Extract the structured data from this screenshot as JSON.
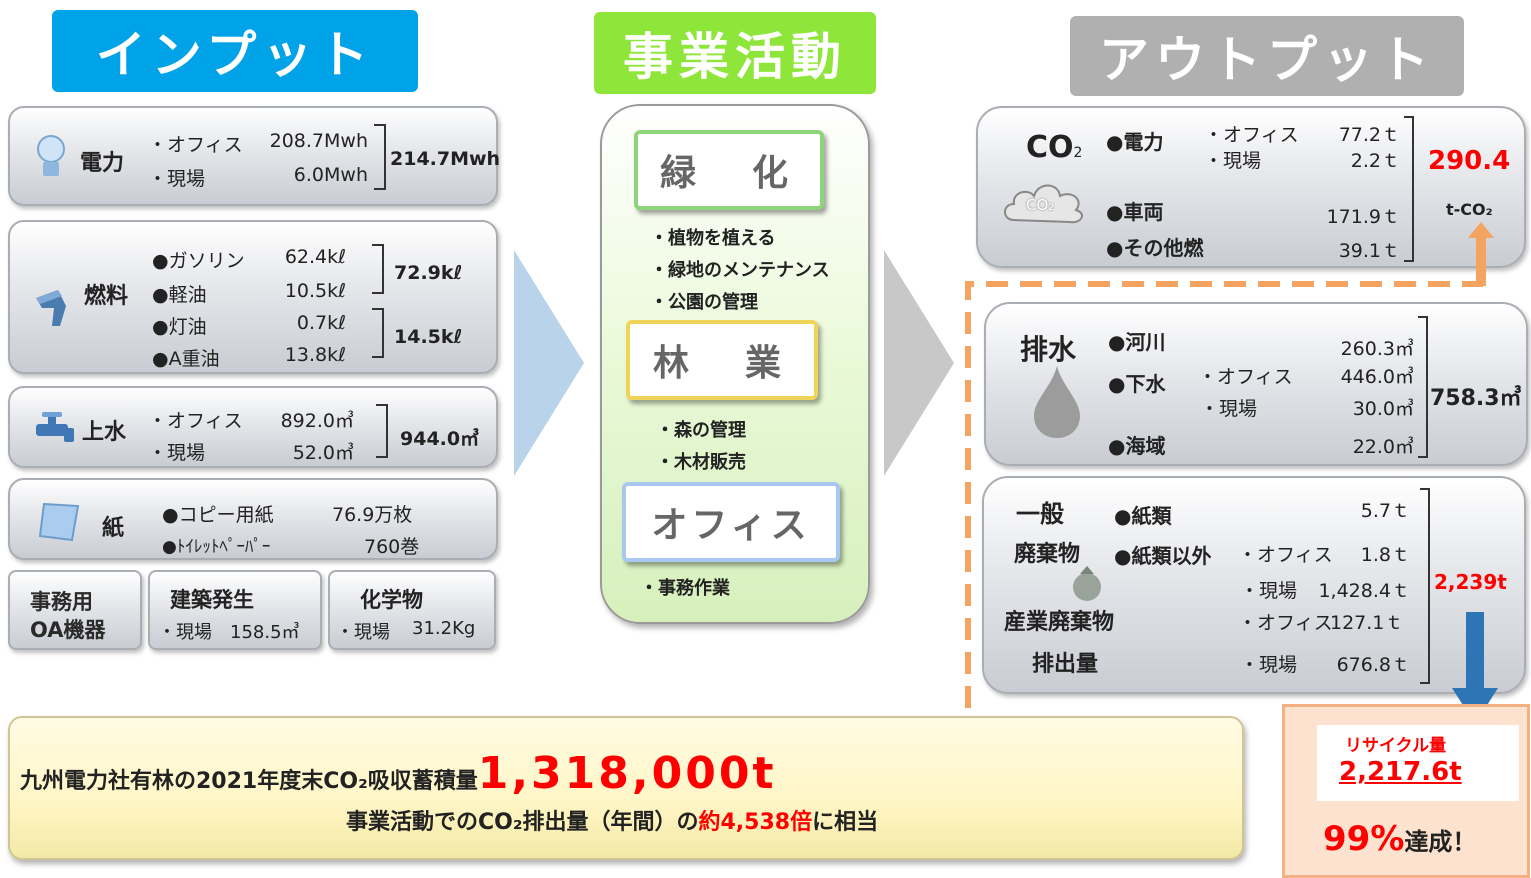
{
  "headers": {
    "input": "インプット",
    "business": "事業活動",
    "output": "アウトプット"
  },
  "colors": {
    "input_header": "#00a2e8",
    "business_header": "#8fe63a",
    "output_header": "#b0b0b0",
    "accent_red": "#ff0000",
    "arrow_orange": "#f4a460",
    "arrow_blue": "#2e75b6"
  },
  "inputs": {
    "electricity": {
      "title": "電力",
      "office": "・オフィス",
      "office_val": "208.7Mwh",
      "site": "・現場",
      "site_val": "6.0Mwh",
      "total": "214.7Mwh"
    },
    "fuel": {
      "title": "燃料",
      "gasoline": "●ガソリン",
      "gasoline_val": "62.4kℓ",
      "diesel": "●軽油",
      "diesel_val": "10.5kℓ",
      "kerosene": "●灯油",
      "kerosene_val": "0.7kℓ",
      "heavy": "●A重油",
      "heavy_val": "13.8kℓ",
      "total1": "72.9kℓ",
      "total2": "14.5kℓ"
    },
    "water": {
      "title": "上水",
      "office": "・オフィス",
      "office_val": "892.0㎥",
      "site": "・現場",
      "site_val": "52.0㎥",
      "total": "944.0㎥"
    },
    "paper": {
      "title": "紙",
      "copy": "●コピー用紙",
      "copy_val": "76.9万枚",
      "toilet": "●ﾄｲﾚｯﾄﾍﾟｰﾊﾟｰ",
      "toilet_val": "760巻"
    },
    "oa": {
      "line1": "事務用",
      "line2": "OA機器"
    },
    "construction": {
      "title": "建築発生",
      "site": "・現場",
      "val": "158.5㎥"
    },
    "chemical": {
      "title": "化学物",
      "site": "・現場",
      "val": "31.2Kg"
    }
  },
  "business": {
    "greening": {
      "title": "緑　化",
      "items": [
        "・植物を植える",
        "・緑地のメンテナンス",
        "・公園の管理"
      ]
    },
    "forestry": {
      "title": "林　業",
      "items": [
        "・森の管理",
        "・木材販売"
      ]
    },
    "office": {
      "title": "オフィス",
      "items": [
        "・事務作業"
      ]
    }
  },
  "outputs": {
    "co2": {
      "title": "CO",
      "sub": "2",
      "cloud": "CO₂",
      "electricity": "●電力",
      "office": "・オフィス",
      "office_val": "77.2ｔ",
      "site": "・現場",
      "site_val": "2.2ｔ",
      "vehicle": "●車両",
      "vehicle_val": "171.9ｔ",
      "other": "●その他燃",
      "other_val": "39.1ｔ",
      "total": "290.4",
      "unit": "t-CO₂"
    },
    "drainage": {
      "title": "排水",
      "river": "●河川",
      "river_val": "260.3㎥",
      "sewer": "●下水",
      "office": "・オフィス",
      "office_val": "446.0㎥",
      "site": "・現場",
      "site_val": "30.0㎥",
      "sea": "●海域",
      "sea_val": "22.0㎥",
      "total": "758.3㎥"
    },
    "waste": {
      "general1": "一般",
      "general2": "廃棄物",
      "industrial": "産業廃棄物",
      "emission": "排出量",
      "paper": "●紙類",
      "paper_val": "5.7ｔ",
      "non_paper": "●紙類以外",
      "office1": "・オフィス",
      "office1_val": "1.8ｔ",
      "site1": "・現場",
      "site1_val": "1,428.4ｔ",
      "office2": "・オフィス",
      "office2_val": "127.1ｔ",
      "site2": "・現場",
      "site2_val": "676.8ｔ",
      "total": "2,239t"
    }
  },
  "banner": {
    "line1_prefix": "九州電力社有林の2021年度末CO₂吸収蓄積量",
    "line1_value": "1,318,000t",
    "line2_prefix": "事業活動でのCO₂排出量（年間）の",
    "line2_highlight": "約4,538倍",
    "line2_suffix": "に相当"
  },
  "recycle": {
    "label": "リサイクル量",
    "value": "2,217.6t",
    "rate": "99%",
    "rate_suffix": "達成！"
  }
}
